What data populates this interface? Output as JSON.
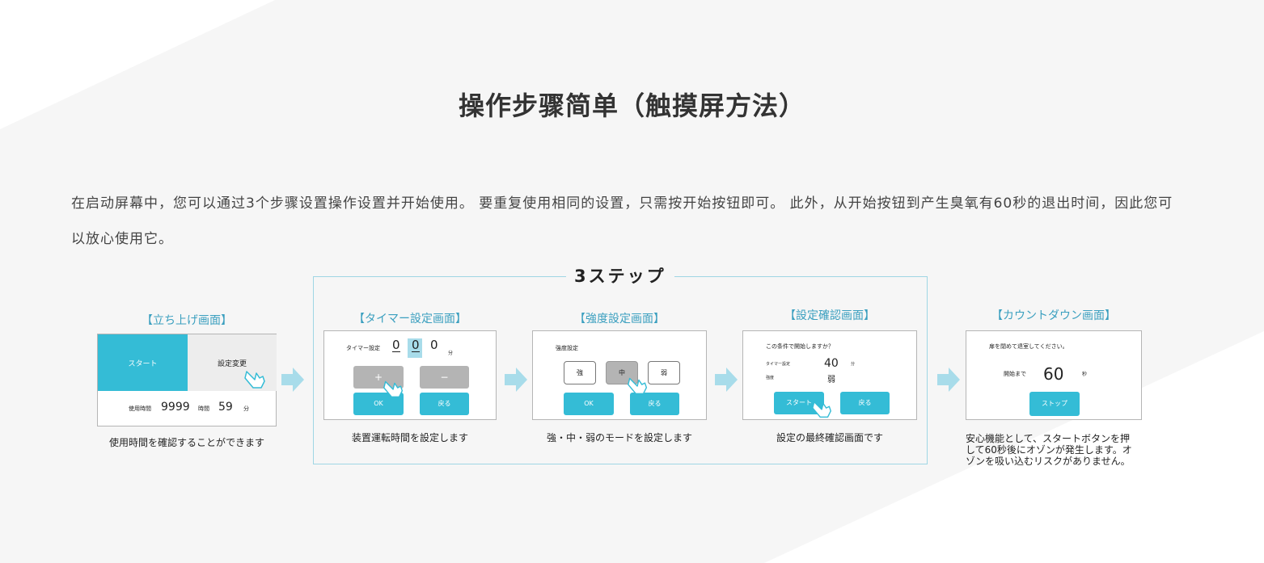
{
  "header": {
    "title": "操作步骤简单（触摸屏方法）",
    "description": "在启动屏幕中，您可以通过3个步骤设置操作设置并开始使用。 要重复使用相同的设置，只需按开始按钮即可。 此外，从开始按钮到产生臭氧有60秒的退出时间，因此您可以放心使用它。"
  },
  "steps_label": "3ステップ",
  "colors": {
    "accent": "#34bcd6",
    "frame": "#9fd6e4",
    "title_blue": "#3a9fbf",
    "arrow": "#a8dcea"
  },
  "panel1": {
    "title": "【立ち上げ画面】",
    "start_label": "スタート",
    "settings_label": "設定変更",
    "usage_label": "使用時間",
    "usage_hours": "9999",
    "hours_unit": "時間",
    "usage_minutes": "59",
    "minutes_unit": "分",
    "caption": "使用時間を確認することができます"
  },
  "panel2": {
    "title": "【タイマー設定画面】",
    "timer_label": "タイマー設定",
    "digits": [
      "0",
      "0",
      "0"
    ],
    "unit": "分",
    "plus_label": "+",
    "minus_label": "−",
    "ok_label": "OK",
    "back_label": "戻る",
    "caption": "装置運転時間を設定します"
  },
  "panel3": {
    "title": "【強度設定画面】",
    "intensity_label": "強度設定",
    "strong_label": "強",
    "medium_label": "中",
    "weak_label": "弱",
    "ok_label": "OK",
    "back_label": "戻る",
    "caption": "強・中・弱のモードを設定します"
  },
  "panel4": {
    "title": "【設定確認画面】",
    "question": "この条件で開始しますか？",
    "timer_label": "タイマー設定",
    "timer_value": "40",
    "timer_unit": "分",
    "intensity_label": "強度",
    "intensity_value": "弱",
    "start_label": "スタート",
    "back_label": "戻る",
    "caption": "設定の最終確認画面です"
  },
  "panel5": {
    "title": "【カウントダウン画面】",
    "notice": "扉を閉めて退室してください。",
    "countdown_label": "開始まで",
    "countdown_value": "60",
    "countdown_unit": "秒",
    "stop_label": "ストップ",
    "caption_line1": "安心機能として、スタートボタンを押",
    "caption_line2": "して60秒後にオゾンが発生します。オ",
    "caption_line3": "ゾンを吸い込むリスクがありません。"
  }
}
